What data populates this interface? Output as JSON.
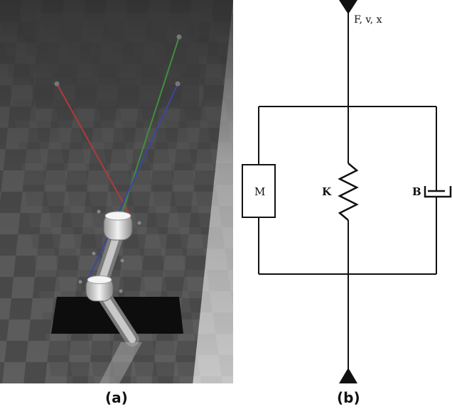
{
  "panel_a": {
    "caption": "(a)",
    "scene": "simulated leg with links on checkered floor",
    "line_colors": {
      "red": "#b03a3a",
      "green": "#3f8f3f",
      "blue": "#3c46a0"
    }
  },
  "panel_b": {
    "caption": "(b)",
    "top_label": "F, v, x",
    "mass_label": "M",
    "spring_label": "K",
    "damper_label": "B"
  }
}
